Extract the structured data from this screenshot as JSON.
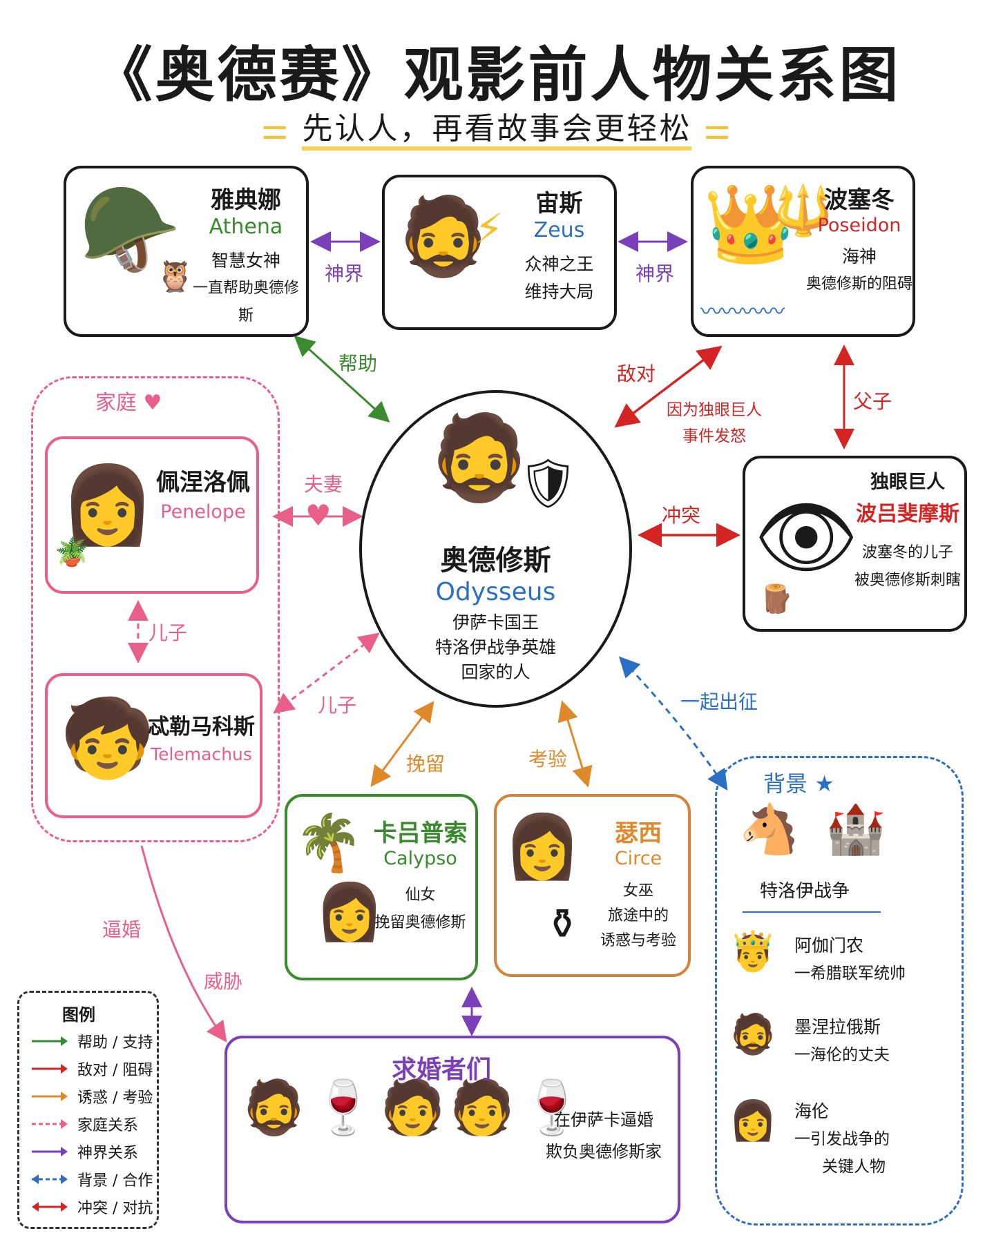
{
  "title": "《奥德赛》观影前人物关系图",
  "subtitle": "先认人，再看故事会更轻松",
  "characters": {
    "athena": {
      "zh": "雅典娜",
      "en": "Athena",
      "desc1": "智慧女神",
      "desc2": "一直帮助奥德修斯"
    },
    "zeus": {
      "zh": "宙斯",
      "en": "Zeus",
      "desc1": "众神之王",
      "desc2": "维持大局"
    },
    "poseidon": {
      "zh": "波塞冬",
      "en": "Poseidon",
      "desc1": "海神",
      "desc2": "奥德修斯的阻碍"
    },
    "odysseus": {
      "zh": "奥德修斯",
      "en": "Odysseus",
      "desc1": "伊萨卡国王",
      "desc2": "特洛伊战争英雄",
      "desc3": "回家的人"
    },
    "penelope": {
      "zh": "佩涅洛佩",
      "en": "Penelope"
    },
    "telemachus": {
      "zh": "忒勒马科斯",
      "en": "Telemachus"
    },
    "cyclops": {
      "zh1": "独眼巨人",
      "zh2": "波吕斐摩斯",
      "desc1": "波塞冬的儿子",
      "desc2": "被奥德修斯刺瞎"
    },
    "calypso": {
      "zh": "卡吕普索",
      "en": "Calypso",
      "desc1": "仙女",
      "desc2": "挽留奥德修斯"
    },
    "circe": {
      "zh": "瑟西",
      "en": "Circe",
      "desc1": "女巫",
      "desc2": "旅途中的",
      "desc3": "诱惑与考验"
    },
    "suitors": {
      "zh": "求婚者们",
      "desc1": "在伊萨卡逼婚",
      "desc2": "欺负奥德修斯家"
    }
  },
  "groups": {
    "family": {
      "label": "家庭"
    },
    "background": {
      "label": "背景",
      "war": "特洛伊战争",
      "people": [
        {
          "name": "阿伽门农",
          "desc1": "一希腊联军统帅"
        },
        {
          "name": "墨涅拉俄斯",
          "desc1": "一海伦的丈夫"
        },
        {
          "name": "海伦",
          "desc1": "一引发战争的",
          "desc2": "关键人物"
        }
      ]
    }
  },
  "relations": {
    "athena_zeus": "神界",
    "zeus_poseidon": "神界",
    "athena_odysseus": "帮助",
    "poseidon_odysseus": "敌对",
    "poseidon_odysseus_note1": "因为独眼巨人",
    "poseidon_odysseus_note2": "事件发怒",
    "poseidon_cyclops": "父子",
    "penelope_odysseus": "夫妻",
    "penelope_telemachus": "儿子",
    "telemachus_odysseus": "儿子",
    "odysseus_cyclops": "冲突",
    "odysseus_background": "一起出征",
    "odysseus_calypso": "挽留",
    "odysseus_circe": "考验",
    "family_suitors_1": "逼婚",
    "family_suitors_2": "威胁"
  },
  "legend": {
    "title": "图例",
    "items": [
      {
        "label": "帮助 / 支持",
        "color": "#2e8b2e",
        "style": "solid"
      },
      {
        "label": "敌对 / 阻碍",
        "color": "#d42424",
        "style": "solid"
      },
      {
        "label": "诱惑 / 考验",
        "color": "#e0892a",
        "style": "solid"
      },
      {
        "label": "家庭关系",
        "color": "#e8608a",
        "style": "dashed"
      },
      {
        "label": "神界关系",
        "color": "#7b3fb8",
        "style": "solid"
      },
      {
        "label": "背景 / 合作",
        "color": "#2b6fc4",
        "style": "dashed"
      },
      {
        "label": "冲突 / 对抗",
        "color": "#d42424",
        "style": "double"
      }
    ]
  },
  "colors": {
    "green": "#3a8a2e",
    "red": "#d42424",
    "orange": "#e0892a",
    "pink": "#e8608a",
    "purple": "#7b3fb8",
    "blue": "#2b6fc4"
  }
}
